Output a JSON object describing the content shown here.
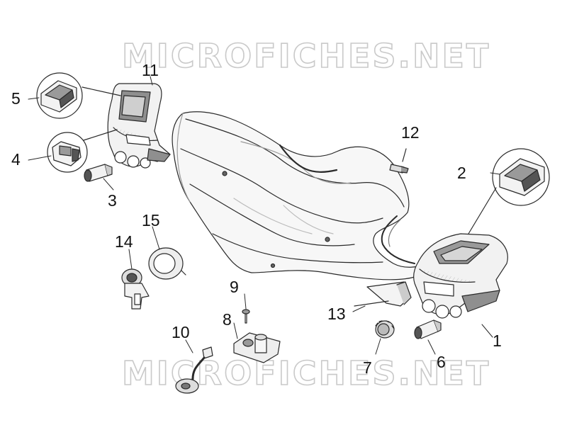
{
  "watermark": {
    "top_text": "MICROFICHES.NET",
    "bottom_text": "MICROFICHES.NET"
  },
  "callouts": [
    {
      "id": "1",
      "label": "1"
    },
    {
      "id": "2",
      "label": "2"
    },
    {
      "id": "3",
      "label": "3"
    },
    {
      "id": "4",
      "label": "4"
    },
    {
      "id": "5",
      "label": "5"
    },
    {
      "id": "6",
      "label": "6"
    },
    {
      "id": "7",
      "label": "7"
    },
    {
      "id": "8",
      "label": "8"
    },
    {
      "id": "9",
      "label": "9"
    },
    {
      "id": "10",
      "label": "10"
    },
    {
      "id": "11",
      "label": "11"
    },
    {
      "id": "12",
      "label": "12"
    },
    {
      "id": "13",
      "label": "13"
    },
    {
      "id": "14",
      "label": "14"
    },
    {
      "id": "15",
      "label": "15"
    }
  ],
  "colors": {
    "line": "#2a2a2a",
    "part_fill": "#f2f2f2",
    "shade": "#9a9a9a",
    "dark": "#555555",
    "watermark_outline": "#c9c9c9"
  }
}
